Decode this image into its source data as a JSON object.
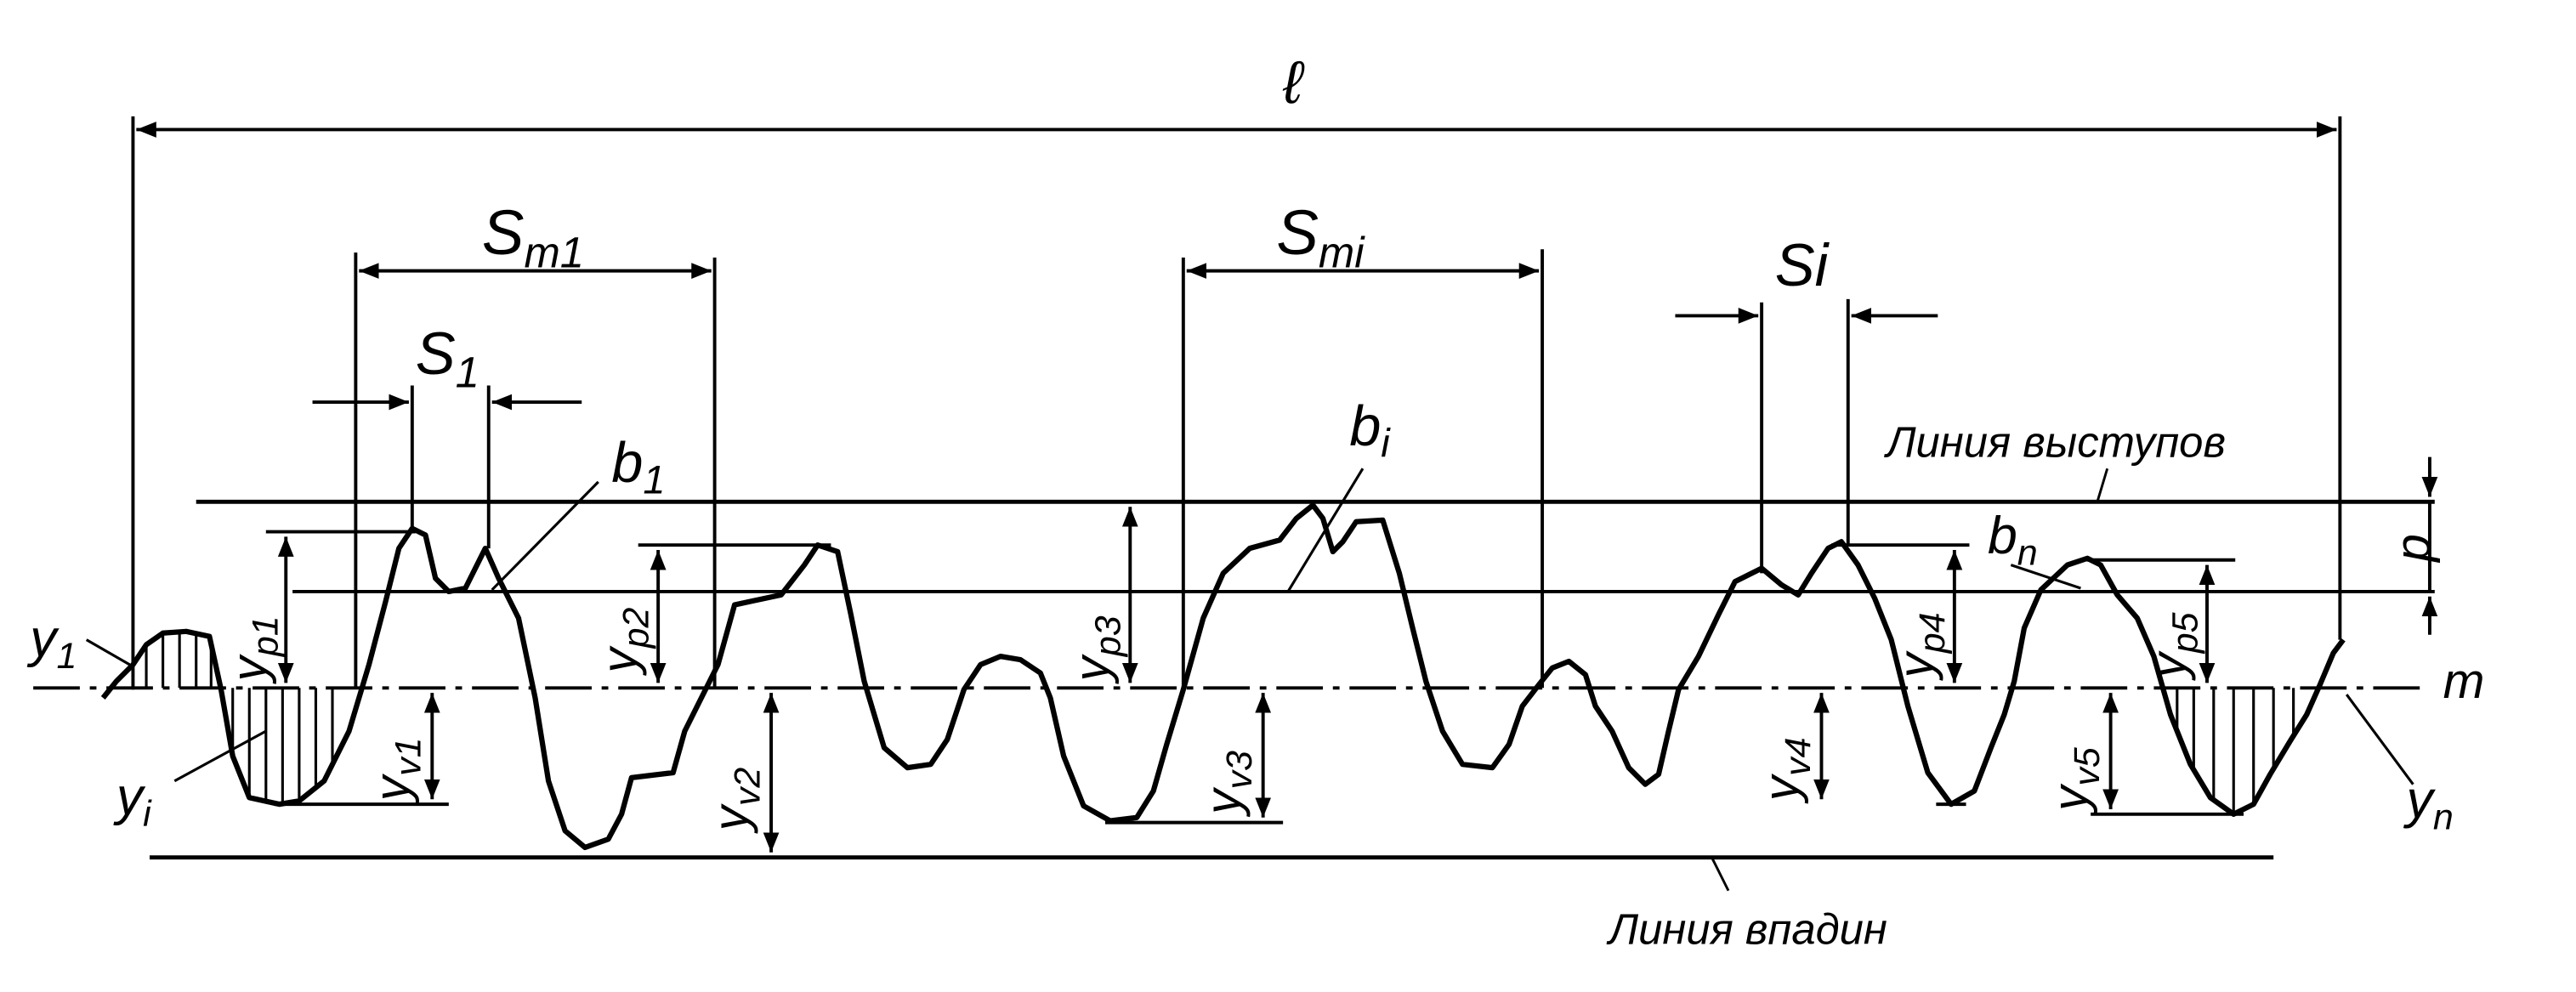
{
  "labels": {
    "length": "ℓ",
    "sm1": {
      "base": "S",
      "sub": "m1"
    },
    "smi": {
      "base": "S",
      "sub": "mi"
    },
    "s1": {
      "base": "S",
      "sub": "1"
    },
    "si": "Si",
    "b1": {
      "base": "b",
      "sub": "1"
    },
    "bi": {
      "base": "b",
      "sub": "i"
    },
    "bn": {
      "base": "b",
      "sub": "n"
    },
    "peak_line": "Линия выступов",
    "valley_line": "Линия впадин",
    "p": "p",
    "m": "m",
    "y1": {
      "base": "y",
      "sub": "1"
    },
    "yi": {
      "base": "y",
      "sub": "i"
    },
    "yn": {
      "base": "y",
      "sub": "n"
    },
    "yp1": {
      "base": "y",
      "sub": "p1"
    },
    "yp2": {
      "base": "y",
      "sub": "p2"
    },
    "yp3": {
      "base": "y",
      "sub": "p3"
    },
    "yp4": {
      "base": "y",
      "sub": "p4"
    },
    "yp5": {
      "base": "y",
      "sub": "p5"
    },
    "yv1": {
      "base": "y",
      "sub": "v1"
    },
    "yv2": {
      "base": "y",
      "sub": "v2"
    },
    "yv3": {
      "base": "y",
      "sub": "v3"
    },
    "yv4": {
      "base": "y",
      "sub": "v4"
    },
    "yv5": {
      "base": "y",
      "sub": "v5"
    }
  },
  "colors": {
    "ink": "#000000",
    "background": "#ffffff"
  }
}
